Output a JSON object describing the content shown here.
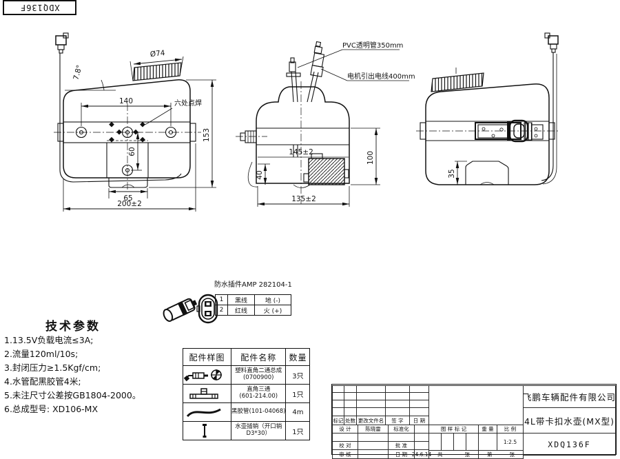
{
  "corner_label": "XDQ136F",
  "front_view": {
    "dim_width_holes": "140",
    "dim_height_hole": "60",
    "dim_bracket": "65",
    "dim_overall_width": "200±2",
    "dim_overall_height": "153",
    "dim_cap": "Ø74",
    "dim_angle": "7.8°",
    "weld_note": "六处点焊"
  },
  "side_view": {
    "pvc_note": "PVC透明管350mm",
    "motor_note": "电机引出电线400mm",
    "dim_seam": "145±2",
    "dim_height": "100",
    "dim_lower": "40",
    "dim_width": "135±2"
  },
  "rear_view": {
    "dim_foot": "35"
  },
  "connector": {
    "title": "防水插件AMP 282104-1",
    "rows": [
      {
        "no": "1",
        "wire": "黑线",
        "role": "地 (-)"
      },
      {
        "no": "2",
        "wire": "红线",
        "role": "火 (+)"
      }
    ]
  },
  "tech_params": {
    "title": "技术参数",
    "items": [
      "1.13.5V负载电流≤3A;",
      "2.流量120ml/10s;",
      "3.封闭压力≥1.5Kgf/cm;",
      "4.水管配黑胶管4米;",
      "5.未注尺寸公差按GB1804-2000。",
      "6.总成型号: XD106-MX"
    ]
  },
  "parts_table": {
    "headers": [
      "配件样图",
      "配件名称",
      "数量"
    ],
    "rows": [
      {
        "name": "塑料直角二通总成",
        "code": "(0700900)",
        "qty": "3只"
      },
      {
        "name": "直角三通",
        "code": "(601-214.00)",
        "qty": "1只"
      },
      {
        "name": "黑胶管(101-04068)",
        "code": "",
        "qty": "4m"
      },
      {
        "name": "水壶插销（开口销",
        "code": "D3*30）",
        "qty": "1只"
      }
    ]
  },
  "title_block": {
    "company": "飞鹏车辆配件有限公司",
    "part_name": "4L带卡扣水壶(MX型)",
    "drawing_no": "XDQ136F",
    "rev_headers": [
      "标记",
      "处数",
      "更改文件名",
      "签 字",
      "日 期"
    ],
    "rows": {
      "design_label": "设 计",
      "designer": "陈晓雷",
      "std_label": "标准化",
      "check_label": "校 对",
      "approve_label": "批 准",
      "audit_label": "审 核",
      "date_label": "日 期",
      "date_value": "24.6.14"
    },
    "stamp": {
      "mark_label": "图 样 标 记",
      "weight_label": "重 量",
      "scale_label": "比 例",
      "scale_value": "1:2.5"
    },
    "sheets": {
      "total_label": "共",
      "total_unit": "张",
      "page_label": "第",
      "page_unit": "张"
    }
  }
}
